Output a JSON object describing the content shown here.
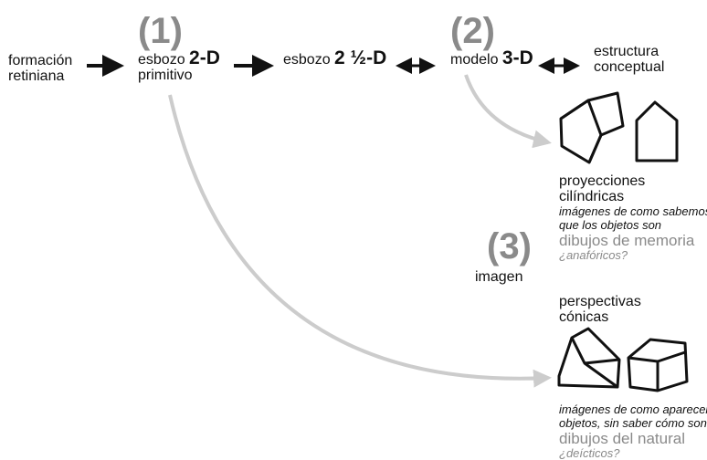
{
  "steps": {
    "one": "(1)",
    "two": "(2)",
    "three": "(3)"
  },
  "stages": {
    "formacion": [
      "formación",
      "retiniana"
    ],
    "esbozo2d": {
      "prefix": "esbozo ",
      "strong": "2-D",
      "line2": "primitivo"
    },
    "esbozo25d": {
      "prefix": "esbozo ",
      "strong": "2 ½-D"
    },
    "modelo3d": {
      "prefix": "modelo ",
      "strong": "3-D"
    },
    "estructura": [
      "estructura",
      "conceptual"
    ]
  },
  "imagen": "imagen",
  "cilindricas": {
    "title": [
      "proyecciones",
      "cilíndricas"
    ],
    "desc": [
      "imágenes de como sabemos",
      "que los objetos son"
    ],
    "kind": "dibujos de memoria",
    "tag": "¿anafóricos?"
  },
  "conicas": {
    "title": [
      "perspectivas",
      "cónicas"
    ],
    "desc": [
      "imágenes de como aparecen los",
      "objetos, sin saber cómo son"
    ],
    "kind": "dibujos del natural",
    "tag": "¿deícticos?"
  },
  "colors": {
    "arrow_black": "#111111",
    "arrow_gray": "#cccccc",
    "step_gray": "#8a8a8a"
  }
}
